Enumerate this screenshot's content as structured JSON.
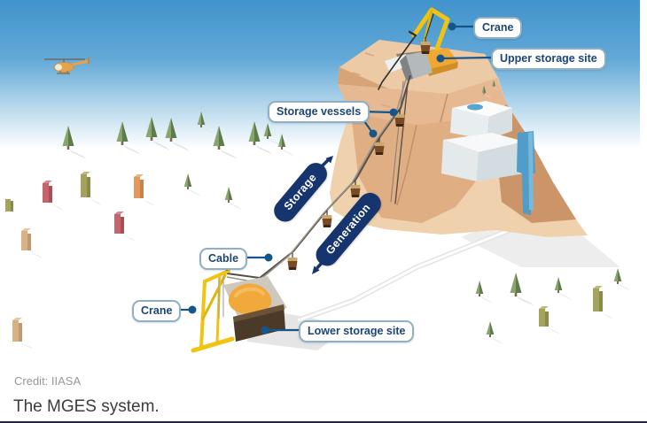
{
  "figure": {
    "labels": {
      "crane_upper": "Crane",
      "upper_storage_site": "Upper storage site",
      "storage_vessels": "Storage vessels",
      "storage_direction": "Storage",
      "generation_direction": "Generation",
      "cable": "Cable",
      "crane_lower": "Crane",
      "lower_storage_site": "Lower storage site"
    },
    "credit": "Credit: IIASA",
    "caption": "The MGES system.",
    "colors": {
      "sky_top": "#4494ce",
      "navy": "#16356e",
      "label_text": "#1c4576",
      "label_border": "#8fb0c4",
      "callout_blue": "#14568c",
      "mountain_tan": "#e0ae83",
      "crane_yellow": "#f2c411",
      "sand_orange": "#f2a93b",
      "ice_blue": "#4f9dc8",
      "tree_green": "#6f8c56"
    }
  }
}
